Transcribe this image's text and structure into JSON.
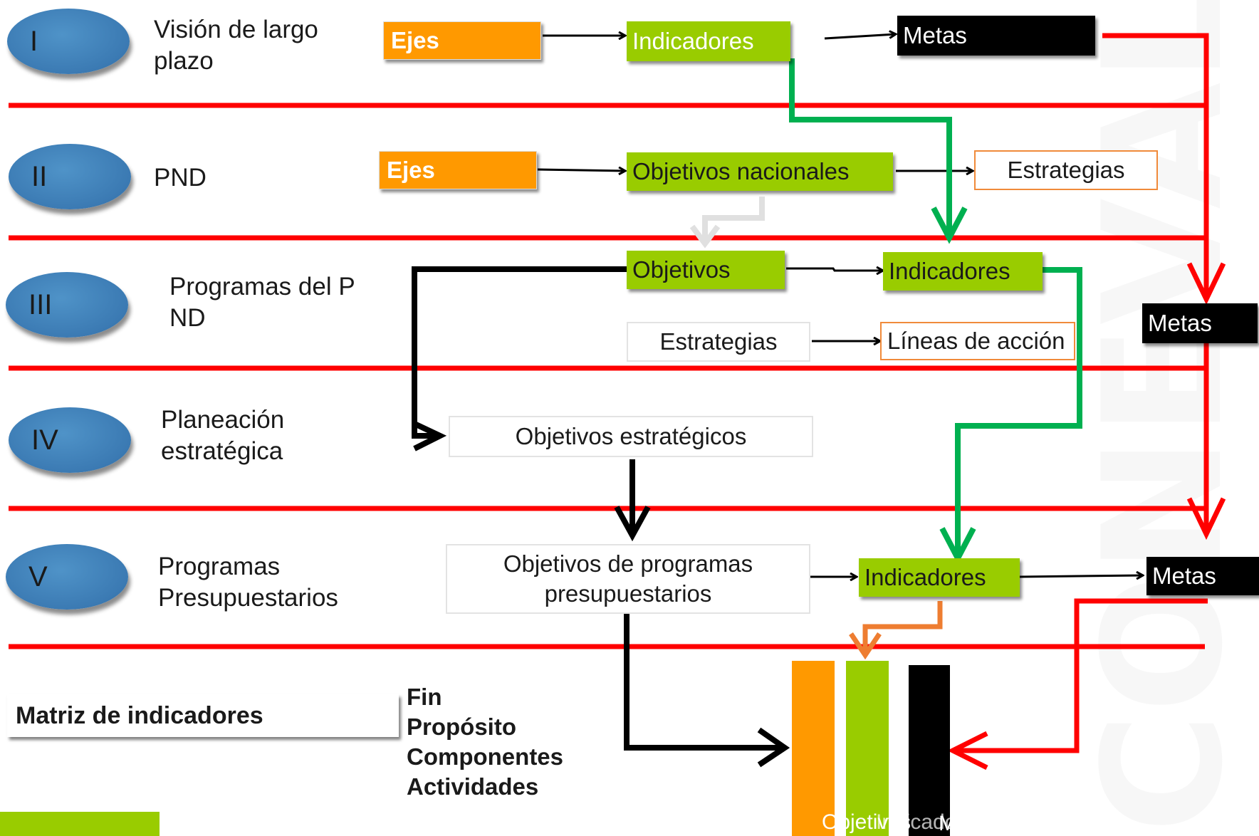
{
  "levels": [
    {
      "numeral": "I",
      "label": "Visión de largo\nplazo"
    },
    {
      "numeral": "II",
      "label": "PND"
    },
    {
      "numeral": "III",
      "label": "Programas del P\nND"
    },
    {
      "numeral": "IV",
      "label": "Planeación\nestratégica"
    },
    {
      "numeral": "V",
      "label": "Programas\nPresupuestarios"
    }
  ],
  "row1": {
    "ejes": "Ejes",
    "indicadores": "Indicadores",
    "metas": "Metas"
  },
  "row2": {
    "ejes": "Ejes",
    "objetivos": "Objetivos nacionales",
    "estrategias": "Estrategias"
  },
  "row3": {
    "objetivos": "Objetivos",
    "indicadores": "Indicadores",
    "estrategias": "Estrategias",
    "lineas": "Líneas de acción",
    "metas": "Metas"
  },
  "row4": {
    "objetivos": "Objetivos estratégicos"
  },
  "row5": {
    "objetivos": "Objetivos de programas\npresupuestarios",
    "indicadores": "Indicadores",
    "metas": "Metas"
  },
  "matrix": {
    "title": "Matriz de indicadores",
    "levels": [
      "Fin",
      "Propósito",
      "Componentes",
      "Actividades"
    ],
    "bar_labels": [
      "Objetivos",
      "Indicadores",
      "Metas"
    ]
  },
  "colors": {
    "red": "#ff0000",
    "green": "#00b050",
    "orange": "#ff9900",
    "lime": "#99cc00",
    "black": "#000000"
  },
  "watermark": "CONEVAL"
}
